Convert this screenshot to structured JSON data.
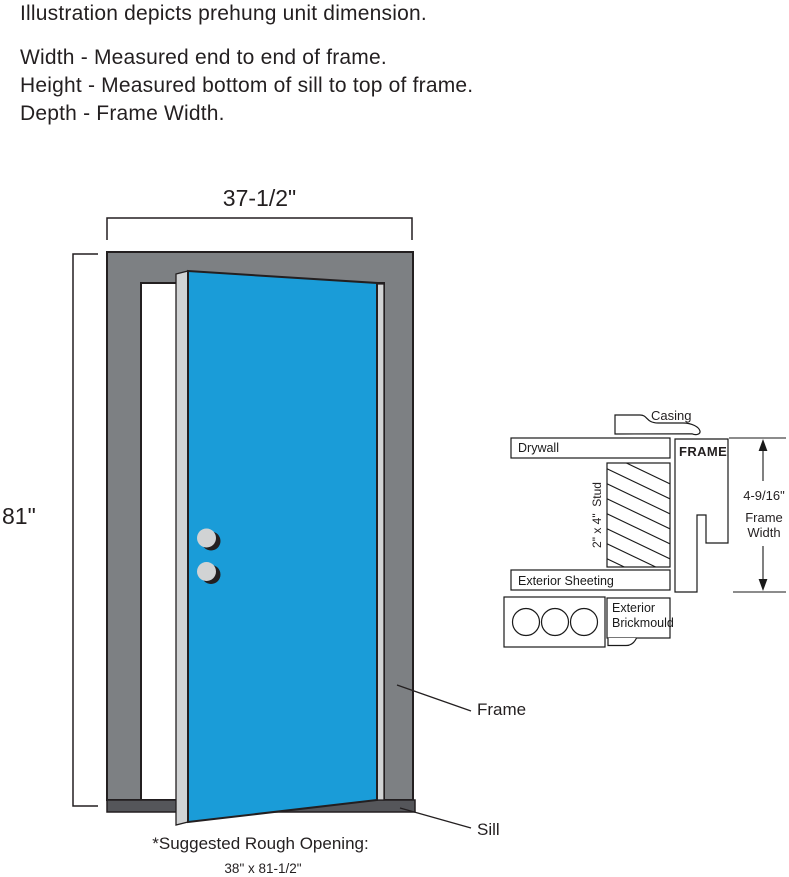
{
  "header": {
    "title": "Illustration depicts prehung unit dimension.",
    "width_def": "Width - Measured end to end of frame.",
    "height_def": "Height - Measured bottom of sill to top of frame.",
    "depth_def": "Depth - Frame Width."
  },
  "door_diagram": {
    "width_dim": "37-1/2\"",
    "height_dim": "81\"",
    "frame_label": "Frame",
    "sill_label": "Sill",
    "rough_opening_title": "*Suggested Rough Opening:",
    "rough_opening_value": "38\" x 81-1/2\""
  },
  "cross_section": {
    "casing_label": "Casing",
    "drywall_label": "Drywall",
    "frame_label": "FRAME",
    "stud_label": "2\" x 4\"  Stud",
    "frame_width_dim": "4-9/16\"",
    "frame_width_label_line1": "Frame",
    "frame_width_label_line2": "Width",
    "exterior_sheeting_label": "Exterior Sheeting",
    "exterior_brickmould_line1": "Exterior",
    "exterior_brickmould_line2": "Brickmould"
  },
  "colors": {
    "door_blue": "#1a9cd8",
    "frame_gray": "#7d8083",
    "sill_gray": "#55565a",
    "edge_light_gray": "#d1d3d4",
    "outline": "#231f20"
  }
}
